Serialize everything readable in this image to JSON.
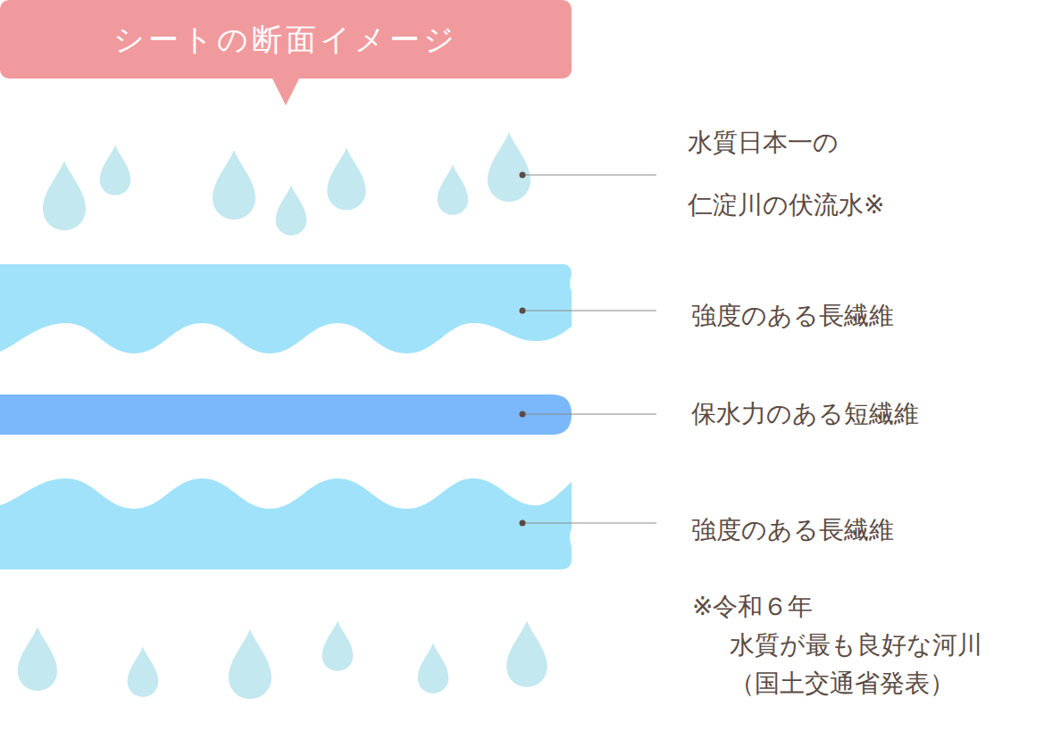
{
  "diagram": {
    "title": "シートの断面イメージ",
    "labels": [
      "水質日本一の 仁淀川の伏流水※",
      "強度のある長繊維",
      "保水力のある短繊維",
      "強度のある長繊維",
      "※令和６年 水質が最も良好な河川 （国土交通省発表）"
    ]
  }
}
